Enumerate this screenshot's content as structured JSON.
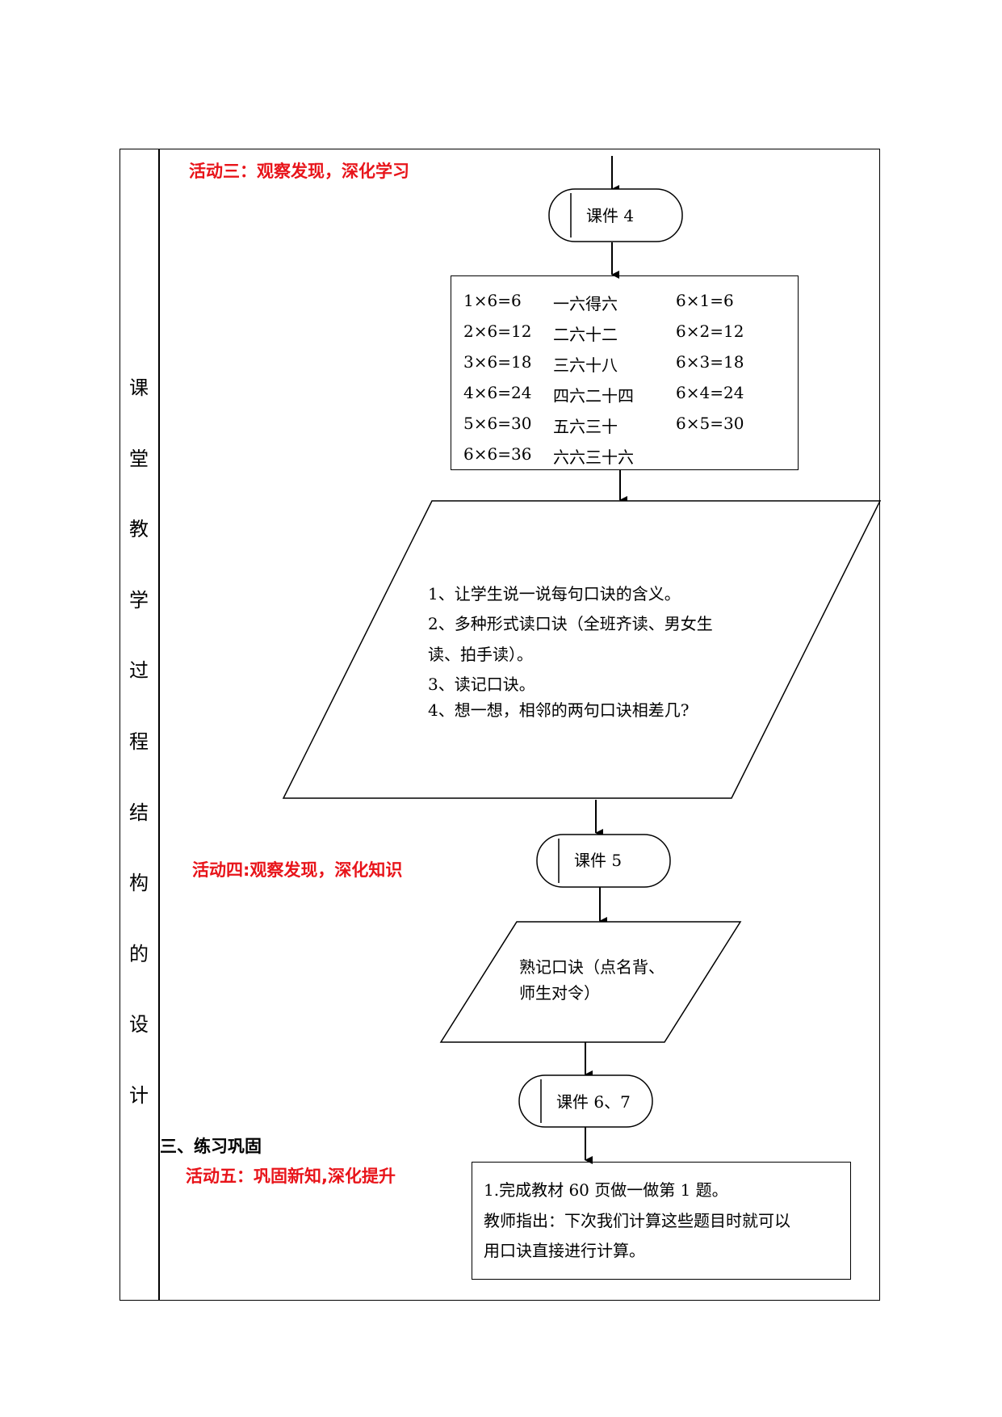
{
  "side_title": [
    "课",
    "堂",
    "教",
    "学",
    "过",
    "程",
    "结",
    "构",
    "的",
    "设",
    "计"
  ],
  "activity3": "活动三：观察发现，深化学习",
  "activity4": "活动四:观察发现，深化知识",
  "section3": "三、练习巩固",
  "activity5": "活动五：巩固新知,深化提升",
  "terminal1": "课件 4",
  "terminal2": "课件 5",
  "terminal3": "课件 6、7",
  "table_rows": [
    [
      "1×6=6",
      "一六得六",
      "6×1=6"
    ],
    [
      "2×6=12",
      "二六十二",
      "6×2=12"
    ],
    [
      "3×6=18",
      "三六十八",
      "6×3=18"
    ],
    [
      "4×6=24",
      "四六二十四",
      "6×4=24"
    ],
    [
      "5×6=30",
      "五六三十",
      "6×5=30"
    ],
    [
      "6×6=36",
      "六六三十六",
      ""
    ]
  ],
  "para1": {
    "line1": "1、让学生说一说每句口诀的含义。",
    "line2": "2、多种形式读口诀（全班齐读、男女生",
    "line3": "读、拍手读）。",
    "line4": "3、读记口诀。",
    "line5": "4、想一想，相邻的两句口诀相差几?"
  },
  "para2": {
    "line1": "熟记口诀（点名背、",
    "line2": "师生对令）"
  },
  "exercise": {
    "line1": "1.完成教材 60 页做一做第 1 题。",
    "line2": " 教师指出：下次我们计算这些题目时就可以",
    "line3": "用口诀直接进行计算。"
  }
}
